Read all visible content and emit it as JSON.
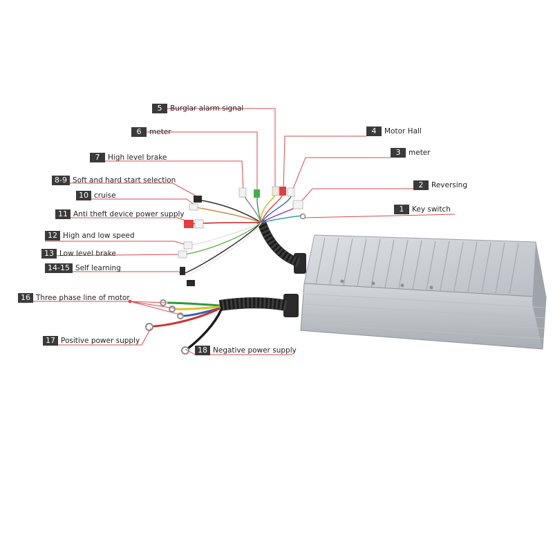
{
  "labels": [
    {
      "id": "burglar-alarm",
      "number": "5",
      "text": "Burglar alarm signal"
    },
    {
      "id": "meter-left",
      "number": "6",
      "text": "meter"
    },
    {
      "id": "motor-hall",
      "number": "4",
      "text": "Motor Hall"
    },
    {
      "id": "meter-right",
      "number": "3",
      "text": "meter"
    },
    {
      "id": "high-level-brake",
      "number": "7",
      "text": "High level brake"
    },
    {
      "id": "soft-hard-start",
      "number": "8-9",
      "text": "Soft and hard start selection"
    },
    {
      "id": "reversing",
      "number": "2",
      "text": "Reversing"
    },
    {
      "id": "cruise",
      "number": "10",
      "text": "cruise"
    },
    {
      "id": "key-switch",
      "number": "1",
      "text": "Key switch"
    },
    {
      "id": "anti-theft",
      "number": "11",
      "text": "Anti theft device power supply"
    },
    {
      "id": "high-low-speed",
      "number": "12",
      "text": "High and low speed"
    },
    {
      "id": "low-level-brake",
      "number": "13",
      "text": "Low level brake"
    },
    {
      "id": "self-learning",
      "number": "14-15",
      "text": "Self learning"
    },
    {
      "id": "three-phase",
      "number": "16",
      "text": "Three phase line of motor"
    },
    {
      "id": "positive-power",
      "number": "17",
      "text": "Positive power supply"
    },
    {
      "id": "negative-power",
      "number": "18",
      "text": "Negative power supply"
    }
  ],
  "colors": {
    "label_box": "#3a3a3a",
    "leader_line": "#d9484c",
    "housing": "#c9cdd2",
    "cable_sheath": "#1c1c1c"
  }
}
